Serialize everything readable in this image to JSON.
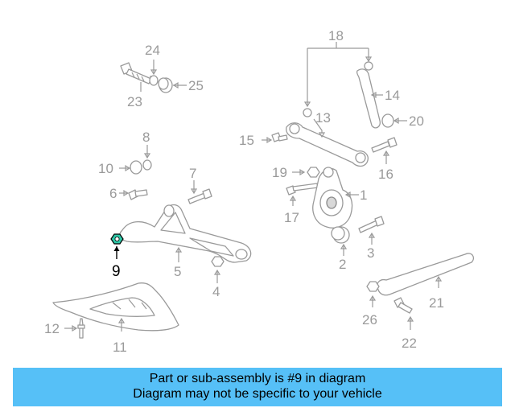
{
  "diagram": {
    "highlight": {
      "color": "#000000",
      "marker_color": "#2ec8a8"
    },
    "callouts": {
      "c1": "1",
      "c2": "2",
      "c3": "3",
      "c4": "4",
      "c5": "5",
      "c6": "6",
      "c7": "7",
      "c8": "8",
      "c9": "9",
      "c10": "10",
      "c11": "11",
      "c12": "12",
      "c13": "13",
      "c14": "14",
      "c15": "15",
      "c16": "16",
      "c17": "17",
      "c18": "18",
      "c19": "19",
      "c20": "20",
      "c21": "21",
      "c22": "22",
      "c23": "23",
      "c24": "24",
      "c25": "25",
      "c26": "26"
    }
  },
  "banner": {
    "line1": "Part or sub-assembly is #9 in diagram",
    "line2": "Diagram may not be specific to your vehicle",
    "background": "#56c0f7"
  }
}
